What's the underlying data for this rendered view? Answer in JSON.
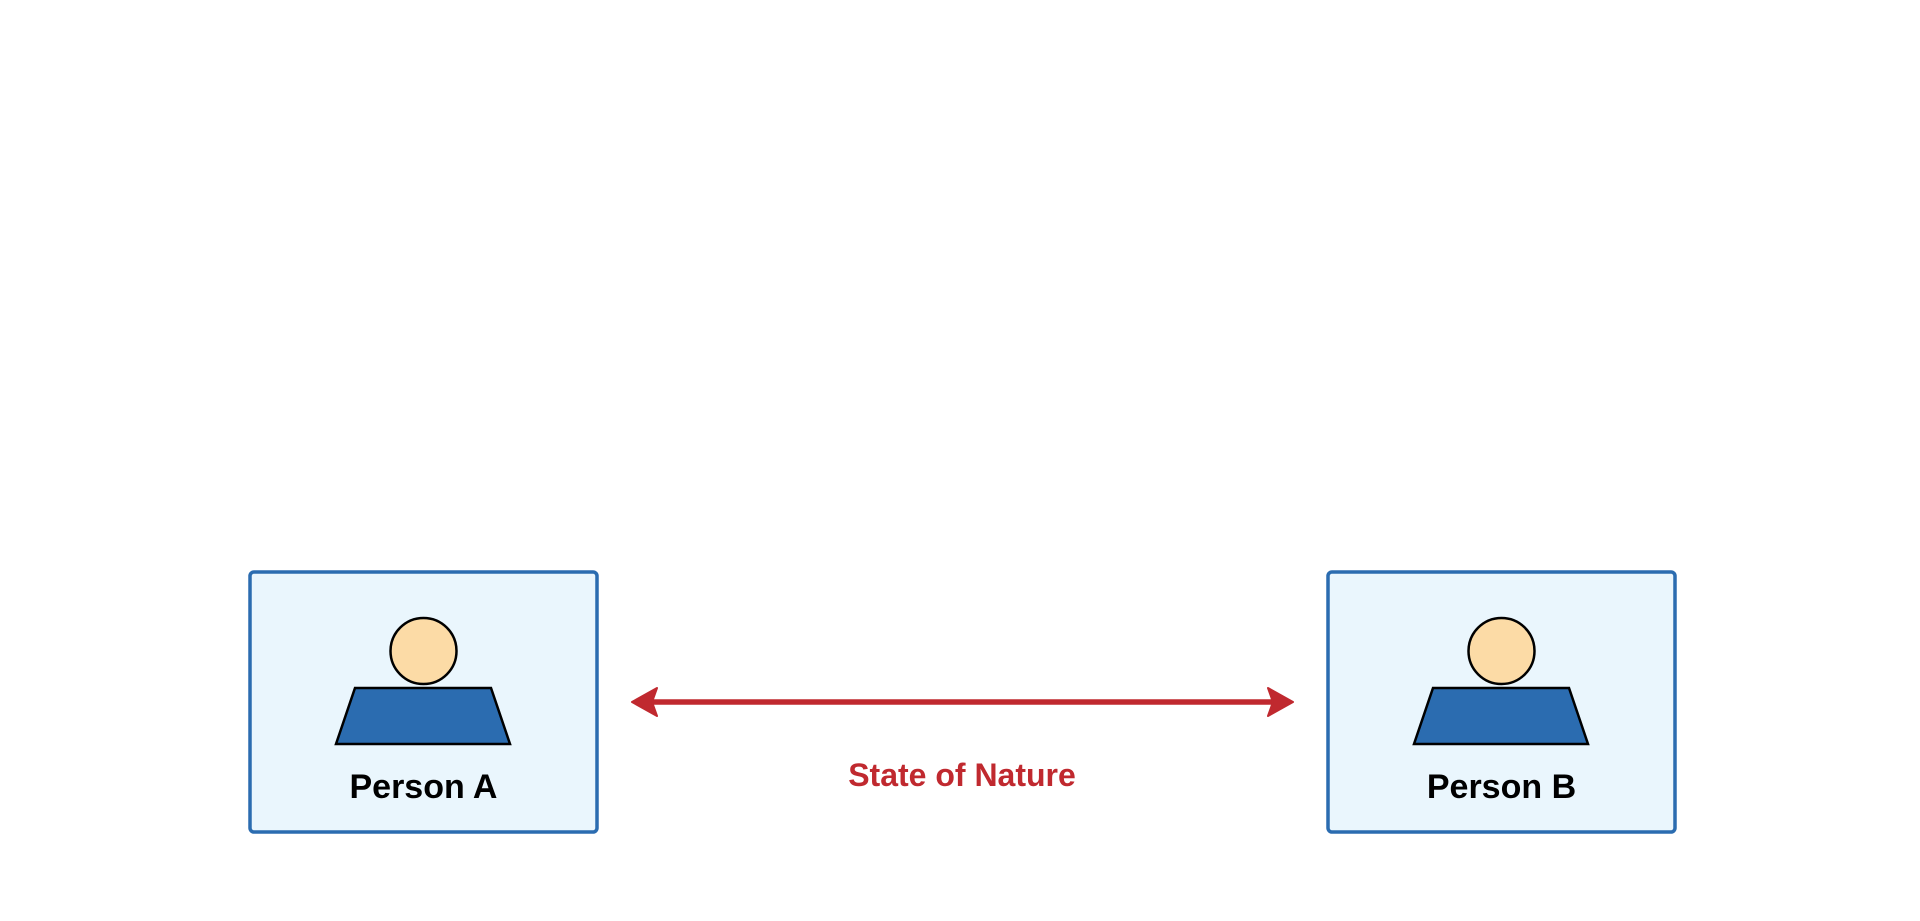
{
  "persons": [
    {
      "label": "Person A",
      "icon": "person-icon"
    },
    {
      "label": "Person B",
      "icon": "person-icon"
    }
  ],
  "relation": {
    "label": "State of Nature",
    "direction": "bidirectional"
  },
  "colors": {
    "box_fill": "#eaf6fd",
    "box_stroke": "#2b6cb0",
    "head_fill": "#fcdba6",
    "body_fill": "#2b6cb0",
    "outline": "#000000",
    "relation": "#c0292f"
  }
}
